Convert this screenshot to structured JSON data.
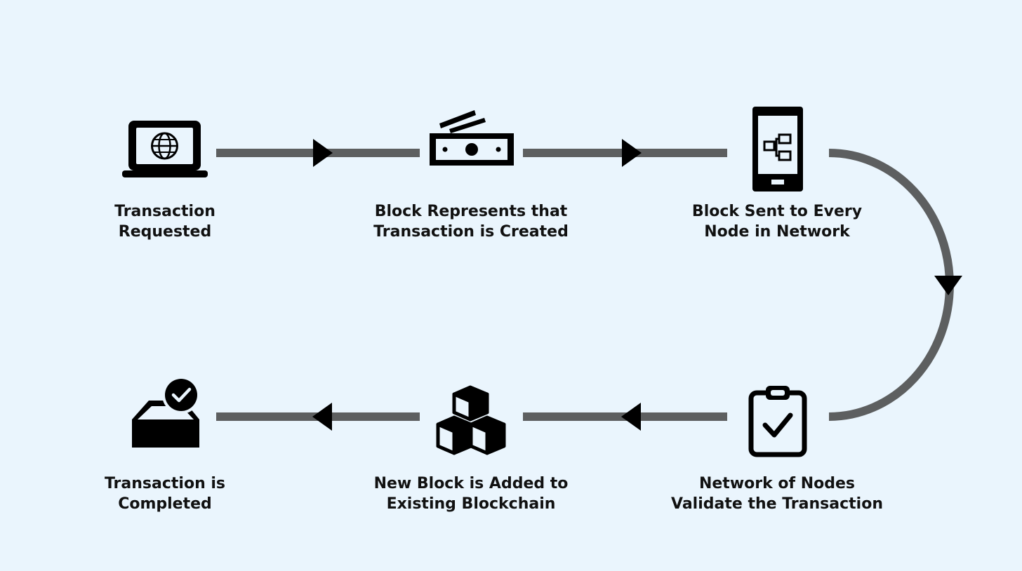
{
  "colors": {
    "background": "#eaf5fd",
    "connector": "#5d5f60",
    "icon": "#000000",
    "text": "#111111"
  },
  "steps": [
    {
      "icon": "laptop-globe-icon",
      "lines": [
        "Transaction",
        "Requested"
      ]
    },
    {
      "icon": "banknote-stack-icon",
      "lines": [
        "Block Represents that",
        "Transaction is Created"
      ]
    },
    {
      "icon": "smartphone-network-icon",
      "lines": [
        "Block Sent to Every",
        "Node in Network"
      ]
    },
    {
      "icon": "clipboard-check-icon",
      "lines": [
        "Network of Nodes",
        "Validate the Transaction"
      ]
    },
    {
      "icon": "cubes-icon",
      "lines": [
        "New Block is Added to",
        "Existing Blockchain"
      ]
    },
    {
      "icon": "inbox-check-icon",
      "lines": [
        "Transaction is",
        "Completed"
      ]
    }
  ]
}
